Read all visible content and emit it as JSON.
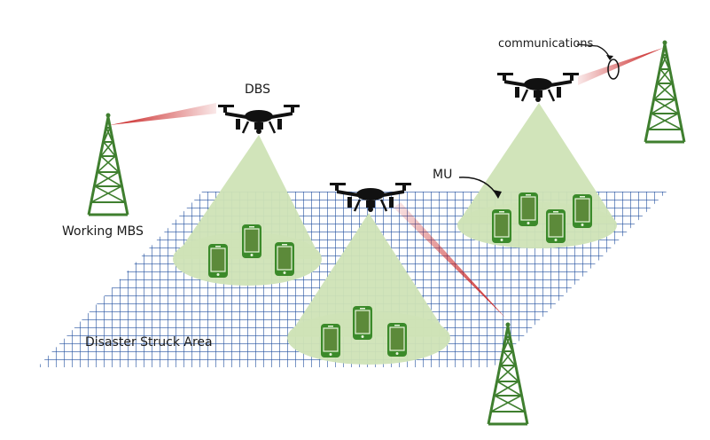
{
  "labels": {
    "dbs": "DBS",
    "working_mbs": "Working MBS",
    "mu": "MU",
    "communications": "communications",
    "disaster_area": "Disaster Struck Area"
  },
  "colors": {
    "grid": "#1f4e9e",
    "tower": "#3f7f2f",
    "cone": "#cfe3b6",
    "phone_body": "#3b8a2a",
    "phone_screen": "#5c8a3a",
    "drone": "#111111",
    "link_red": "#c81e1e"
  },
  "icons": [
    "drone-icon",
    "tower-icon",
    "phone-icon"
  ]
}
